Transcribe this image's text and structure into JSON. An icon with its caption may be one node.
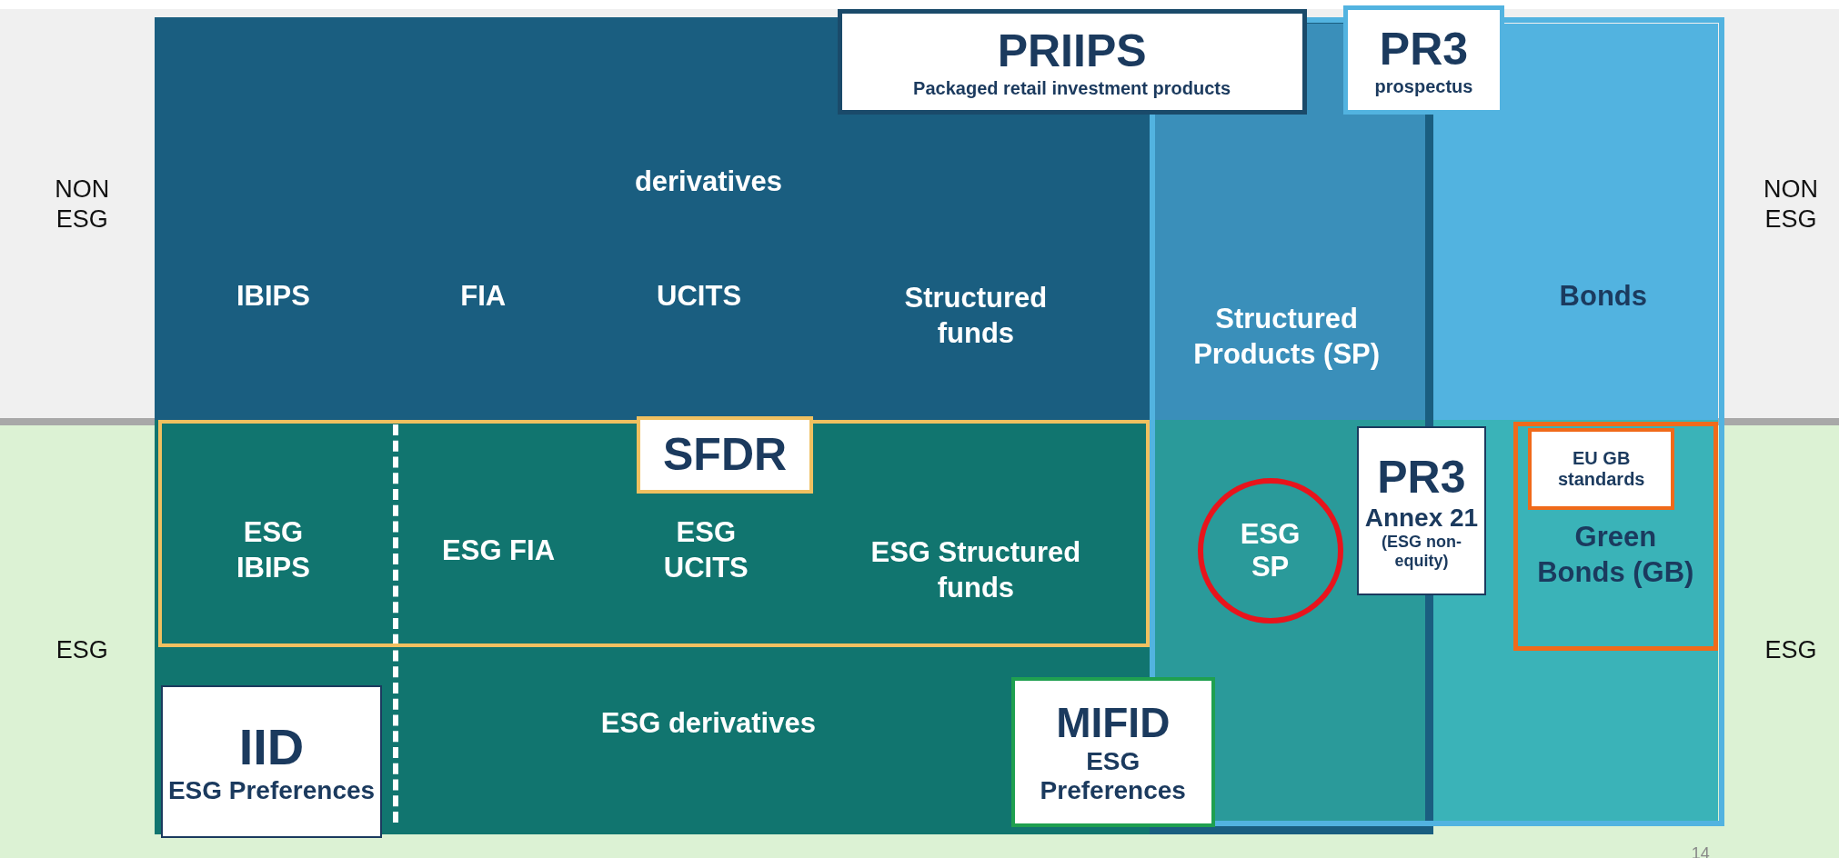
{
  "diagram": {
    "nodes": [
      {
        "text": [
          "PRIIPS",
          "Packaged retail investment products"
        ]
      },
      {
        "text": [
          "PR3",
          "prospectus"
        ]
      },
      {
        "text": [
          "SFDR"
        ]
      },
      {
        "text": [
          "ESG SP"
        ]
      },
      {
        "text": [
          "PR3",
          "Annex 21",
          "(ESG non-equity)"
        ]
      },
      {
        "text": [
          "EU GB standards",
          "Green Bonds (GB)"
        ]
      },
      {
        "text": [
          "IID",
          "ESG Preferences"
        ]
      },
      {
        "text": [
          "MIFID",
          "ESG Preferences"
        ]
      }
    ],
    "labels": [
      "NON ESG",
      "derivatives",
      "NON ESG",
      "IBIPS",
      "FIA",
      "UCITS",
      "Structured funds",
      "Bonds",
      "Structured Products (SP)",
      "ESG IBIPS",
      "ESG FIA",
      "ESG UCITS",
      "ESG Structured funds",
      "ESG",
      "ESG",
      "ESG derivatives",
      "14"
    ]
  }
}
